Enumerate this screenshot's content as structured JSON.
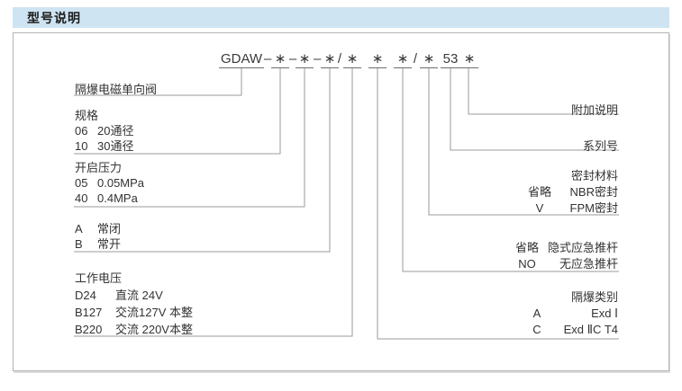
{
  "header": {
    "title": "型号说明"
  },
  "colors": {
    "header_bg": "#cfe4f2",
    "panel_border": "#b5b5b5",
    "connector_line": "#9b9b9b",
    "text": "#2f2f2f"
  },
  "code": {
    "prefix": "GDAW",
    "dash": "–",
    "slash": "/",
    "star": "∗",
    "series": "53"
  },
  "left": {
    "valve_name": "隔爆电磁单向阀",
    "spec": {
      "title": "规格",
      "rows": [
        {
          "code": "06",
          "desc": "20通径"
        },
        {
          "code": "10",
          "desc": "30通径"
        }
      ]
    },
    "pressure": {
      "title": "开启压力",
      "rows": [
        {
          "code": "05",
          "desc": "0.05MPa"
        },
        {
          "code": "40",
          "desc": "0.4MPa"
        }
      ]
    },
    "mode": {
      "rows": [
        {
          "code": "A",
          "desc": "常闭"
        },
        {
          "code": "B",
          "desc": "常开"
        }
      ]
    },
    "voltage": {
      "title": "工作电压",
      "rows": [
        {
          "code": "D24",
          "desc": "直流 24V"
        },
        {
          "code": "B127",
          "desc": "交流127V 本整"
        },
        {
          "code": "B220",
          "desc": "交流 220V本整"
        }
      ]
    }
  },
  "right": {
    "extra_label": "附加说明",
    "series_label": "系列号",
    "seal": {
      "title": "密封材料",
      "rows": [
        {
          "code": "省略",
          "desc": "NBR密封"
        },
        {
          "code": "V",
          "desc": "FPM密封"
        }
      ]
    },
    "pushrod": {
      "rows": [
        {
          "code": "省略",
          "desc": "隐式应急推杆"
        },
        {
          "code": "NO",
          "desc": "无应急推杆"
        }
      ]
    },
    "exd": {
      "title": "隔爆类别",
      "rows": [
        {
          "code": "A",
          "desc": "Exd Ⅰ"
        },
        {
          "code": "C",
          "desc": "Exd ⅡC T4"
        }
      ]
    }
  }
}
